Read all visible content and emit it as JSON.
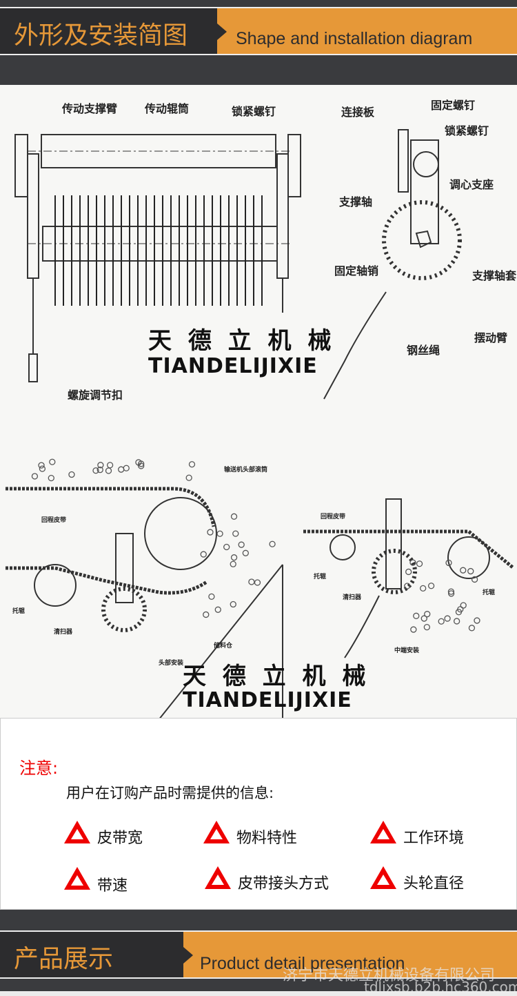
{
  "section1": {
    "title_cn": "外形及安装简图",
    "title_en": "Shape and installation diagram"
  },
  "diagram1": {
    "labels": [
      "传动支撑臂",
      "传动辊筒",
      "锁紧螺钉",
      "螺旋调节扣"
    ]
  },
  "diagram2": {
    "labels": [
      "连接板",
      "固定螺钉",
      "锁紧螺钉",
      "调心支座",
      "支撑轴",
      "固定轴销",
      "支撑轴套",
      "摆动臂",
      "钢丝绳"
    ]
  },
  "diagram3": {
    "labels": [
      "输送机头部滚筒",
      "回程皮带",
      "托辊",
      "清扫器",
      "储料仓",
      "头部安装"
    ]
  },
  "diagram4": {
    "labels": [
      "回程皮带",
      "托辊",
      "清扫器",
      "托辊",
      "中端安装"
    ]
  },
  "brand": {
    "cn": "天 德 立 机 械",
    "en": "TIANDELIJIXIE"
  },
  "notice": {
    "title": "注意:",
    "subtitle": "用户在订购产品时需提供的信息:",
    "items": [
      "皮带宽",
      "物料特性",
      "工作环境",
      "带速",
      "皮带接头方式",
      "头轮直径"
    ],
    "accent": "#e00000"
  },
  "section2": {
    "title_cn": "产品展示",
    "title_en": "Product detail presentation"
  },
  "watermark": {
    "company": "济宁市天德立机械设备有限公司",
    "url": "tdljxsb.b2b.hc360.com"
  }
}
